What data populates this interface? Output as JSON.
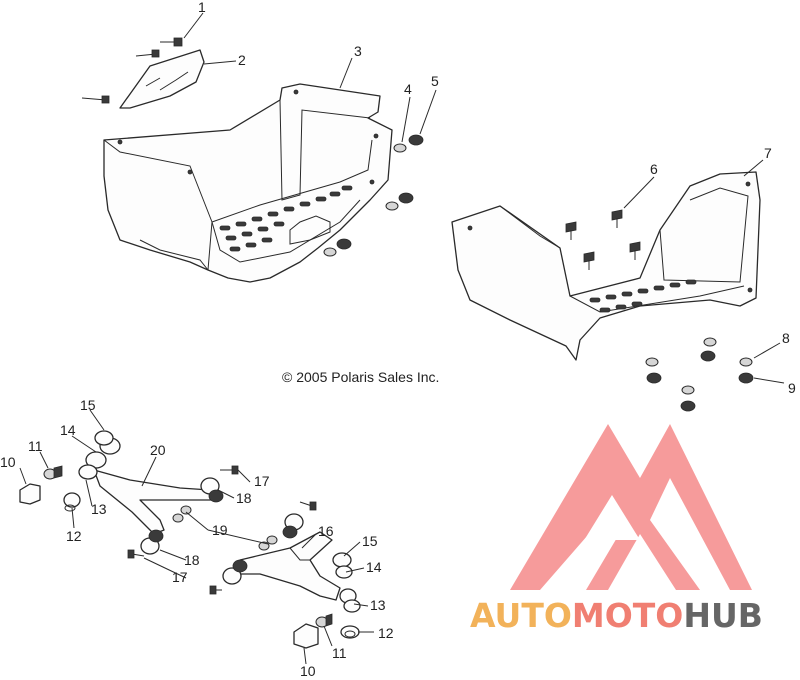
{
  "copyright": "© 2005 Polaris Sales Inc.",
  "watermark": {
    "parts": [
      "AUTO",
      "MOTO",
      "HUB"
    ],
    "colors": [
      "#f2b25a",
      "#f07f72",
      "#666666"
    ],
    "logo_color": "#f26d6d"
  },
  "callouts": {
    "c1": "1",
    "c2": "2",
    "c3": "3",
    "c4": "4",
    "c5": "5",
    "c6": "6",
    "c7": "7",
    "c8": "8",
    "c9": "9",
    "c10a": "10",
    "c11a": "11",
    "c12a": "12",
    "c13a": "13",
    "c14a": "14",
    "c15a": "15",
    "c20": "20",
    "c17a": "17",
    "c18a": "18",
    "c19": "19",
    "c16": "16",
    "c15b": "15",
    "c14b": "14",
    "c18b": "18",
    "c17b": "17",
    "c13b": "13",
    "c12b": "12",
    "c11b": "11",
    "c10b": "10"
  }
}
